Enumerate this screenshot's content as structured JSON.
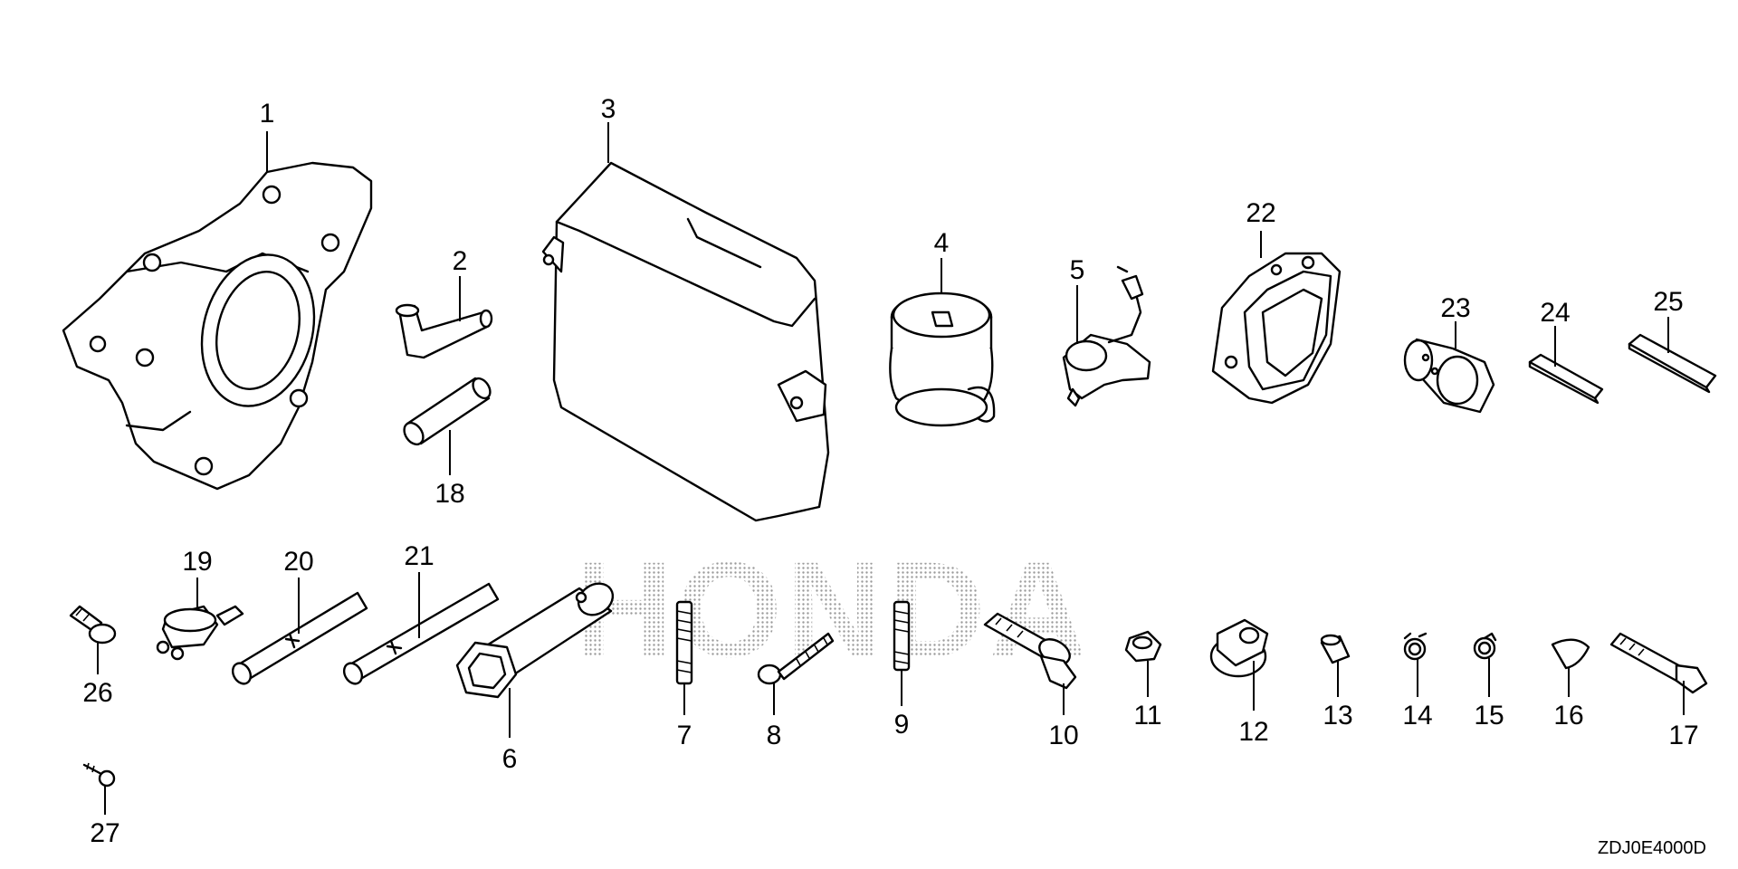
{
  "diagram": {
    "watermark": "HONDA",
    "code": "ZDJ0E4000D",
    "colors": {
      "line": "#000000",
      "background": "#ffffff",
      "watermark": "#b0b0b0"
    },
    "callouts": [
      "1",
      "2",
      "3",
      "4",
      "5",
      "6",
      "7",
      "8",
      "9",
      "10",
      "11",
      "12",
      "13",
      "14",
      "15",
      "16",
      "17",
      "18",
      "19",
      "20",
      "21",
      "22",
      "23",
      "24",
      "25",
      "26",
      "27"
    ]
  }
}
